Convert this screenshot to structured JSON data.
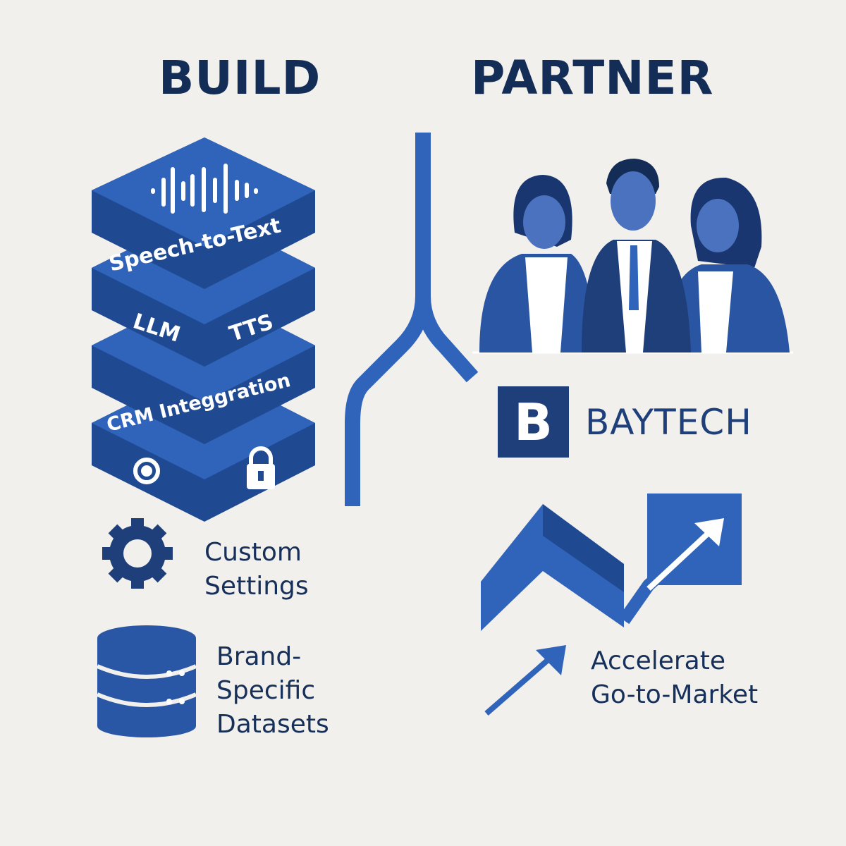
{
  "headings": {
    "build": "BUILD",
    "partner": "PARTNER"
  },
  "stack": {
    "layers": [
      "Speech-to-Text",
      "LLM",
      "TTS",
      "CRM Integgration"
    ],
    "icons": [
      "sound-wave-icon",
      "gear-sync-icon",
      "lock-icon"
    ]
  },
  "build_items": [
    {
      "icon": "gear-icon",
      "label_lines": [
        "Custom",
        "Settings"
      ]
    },
    {
      "icon": "database-icon",
      "label_lines": [
        "Brand-",
        "Specific",
        "Datasets"
      ]
    }
  ],
  "partner": {
    "logo_letter": "B",
    "brand": "BAYTECH",
    "goal_lines": [
      "Accelerate",
      "Go-to-Market"
    ]
  },
  "colors": {
    "primary": "#2f64ba",
    "dark": "#1f4a92",
    "navy": "#142d57",
    "background": "#f1f0ed"
  }
}
